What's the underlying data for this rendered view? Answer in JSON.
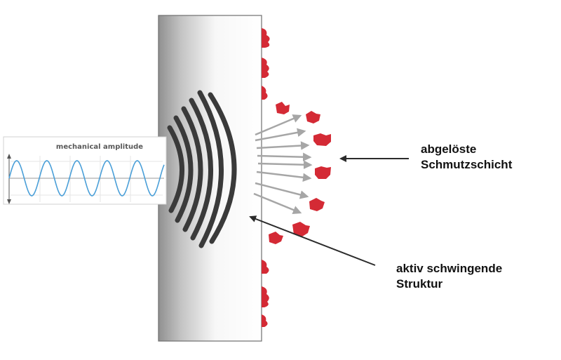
{
  "inset": {
    "title": "mechanical amplitude"
  },
  "labels": {
    "detached_layer_line1": "abgelöste",
    "detached_layer_line2": "Schmutzschicht",
    "vibrating_structure_line1": "aktiv schwingende",
    "vibrating_structure_line2": "Struktur"
  },
  "colors": {
    "dirt": "#d42a35",
    "wave": "#3a3a3a",
    "sine": "#4a9fd8",
    "arrow": "#a6a6a6",
    "callout_arrow": "#2b2b2b"
  }
}
